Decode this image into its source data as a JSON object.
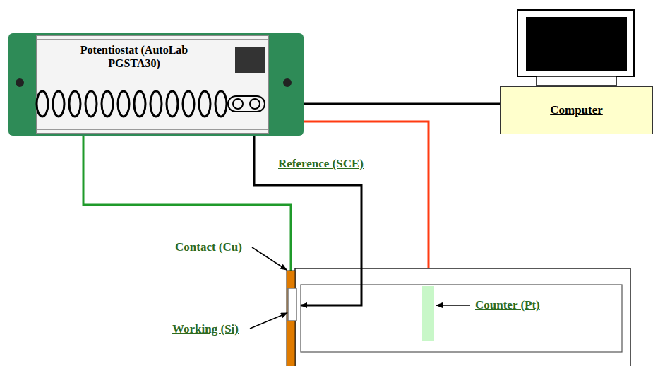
{
  "diagram": {
    "nodes": [
      {
        "text": [
          "Potentiostat (AutoLab PGSTA30)"
        ]
      },
      {
        "text": [
          "Computer"
        ]
      }
    ],
    "edges": [
      {
        "from": 0,
        "to": 1,
        "arrow": "none"
      }
    ],
    "labels": [
      "Reference (SCE)",
      "Contact (Cu)",
      "Working (Si)",
      "Counter (Pt)"
    ]
  }
}
